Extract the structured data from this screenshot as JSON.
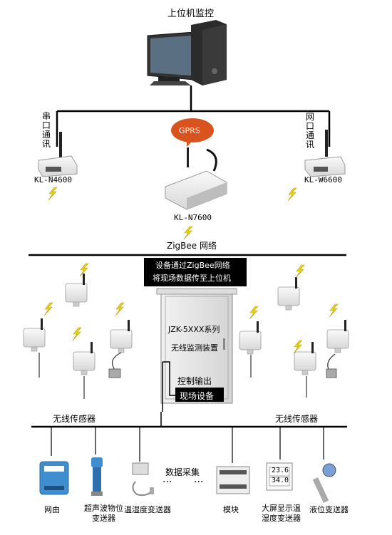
{
  "title": "上位机监控",
  "left_comm": "串口通讯",
  "right_comm": "网口通讯",
  "gprs": "GPRS",
  "device_left": "KL-N4600",
  "device_center": "KL-N7600",
  "device_right": "KL-W6600",
  "network_label": "ZigBee 网络",
  "notice_line1": "设备通过ZigBee网络",
  "notice_line2": "将现场数据传至上位机",
  "cabinet_line1": "JZK-5XXX系列",
  "cabinet_line2": "无线监测装置",
  "control_output": "控制输出",
  "field_device": "现场设备",
  "wireless_sensor_left": "无线传感器",
  "wireless_sensor_right": "无线传感器",
  "data_collect": "数据采集",
  "ellipsis": "···",
  "bottom_items": [
    {
      "label": "网由",
      "icon": "router-device-icon"
    },
    {
      "label": "超声波物位\n变送器",
      "icon": "ultrasonic-level-icon"
    },
    {
      "label": "温湿度变送器",
      "icon": "temp-humidity-icon"
    },
    {
      "label": "模块",
      "icon": "module-icon"
    },
    {
      "label": "大屏显示温\n湿度变送器",
      "icon": "display-transmitter-icon"
    },
    {
      "label": "液位变送器",
      "icon": "liquid-level-icon"
    }
  ],
  "display_readings": [
    "23.6",
    "34.0"
  ],
  "colors": {
    "line": "#000000",
    "gprs_bubble": "#d9531e",
    "lightning": "#e8d21a",
    "cabinet": "#e6e6e6",
    "device_blue": "#3f8fd0"
  }
}
